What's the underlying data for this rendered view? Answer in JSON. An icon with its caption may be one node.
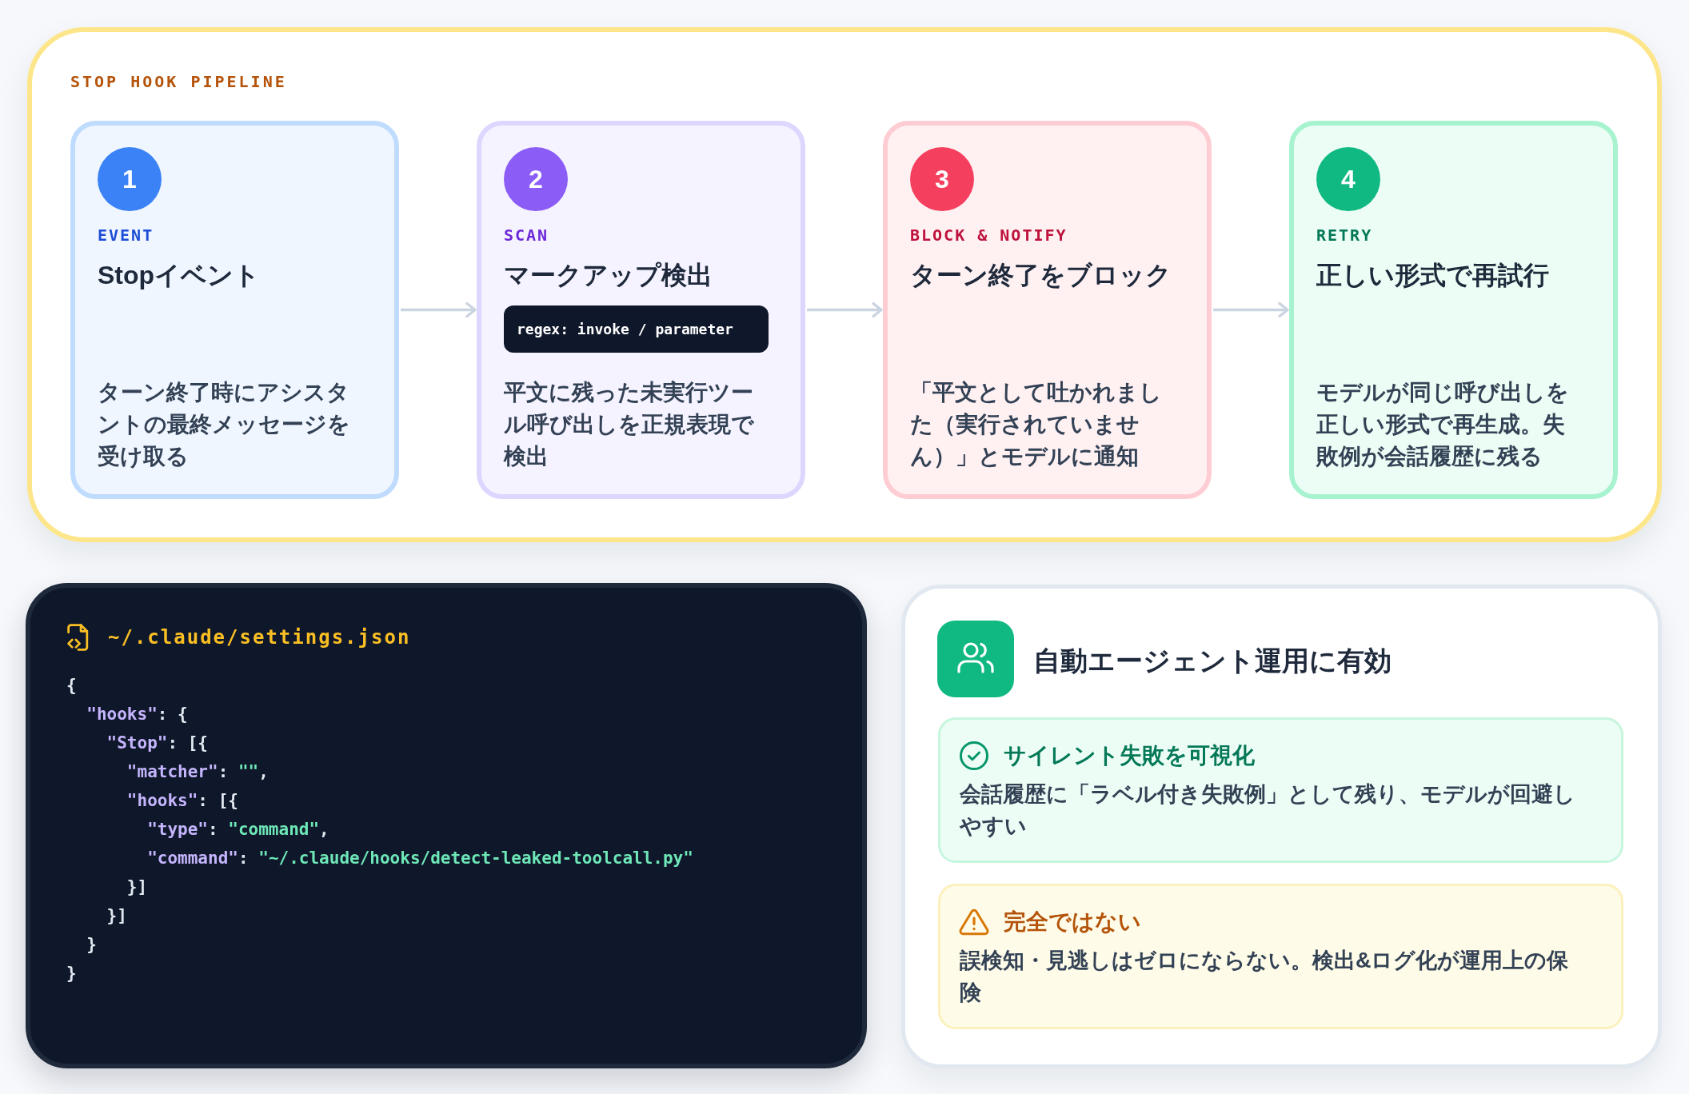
{
  "diagram": {
    "nodes": [
      {
        "text": [
          "STOP HOOK PIPELINE"
        ]
      },
      {
        "text": [
          "EVENT",
          "Stopイベント",
          "ターン終了時にアシスタントの最終メッセージを受け取る"
        ],
        "in": 0
      },
      {
        "text": [
          "1"
        ],
        "in": 1
      },
      {
        "text": [
          "SCAN",
          "マークアップ検出",
          "平文に残った未実行ツール呼び出しを正規表現で検出"
        ],
        "in": 0
      },
      {
        "text": [
          "2"
        ],
        "in": 3
      },
      {
        "text": [
          "regex: invoke / parameter"
        ],
        "in": 3
      },
      {
        "text": [
          "BLOCK & NOTIFY",
          "ターン終了をブロック",
          "「平文として吐かれました（実行されていません）」とモデルに通知"
        ],
        "in": 0
      },
      {
        "text": [
          "3"
        ],
        "in": 6
      },
      {
        "text": [
          "RETRY",
          "正しい形式で再試行",
          "モデルが同じ呼び出しを正しい形式で再生成。失敗例が会話履歴に残る"
        ],
        "in": 0
      },
      {
        "text": [
          "4"
        ],
        "in": 8
      },
      {
        "text": [
          "~/.claude/settings.json",
          "{",
          "  \"hooks\": {",
          "    \"Stop\": [{",
          "      \"matcher\": \"\",",
          "      \"hooks\": [{",
          "        \"type\": \"command\",",
          "        \"command\": \"~/.claude/hooks/detect-leaked-toolcall.py\"",
          "      }]",
          "    }]",
          "  }",
          "}"
        ]
      },
      {
        "text": [
          "自動エージェント運用に有効"
        ]
      },
      {
        "text": [
          "サイレント失敗を可視化",
          "会話履歴に「ラベル付き失敗例」として残り、モデルが回避しやすい"
        ],
        "in": 11
      },
      {
        "text": [
          "完全ではない",
          "誤検知・見逃しはゼロにならない。検出&ログ化が運用上の保険"
        ],
        "in": 11
      }
    ],
    "edges": [
      {
        "from": 1,
        "to": 3,
        "arrow": "to"
      },
      {
        "from": 3,
        "to": 6,
        "arrow": "to"
      },
      {
        "from": 6,
        "to": 8,
        "arrow": "to"
      }
    ]
  }
}
